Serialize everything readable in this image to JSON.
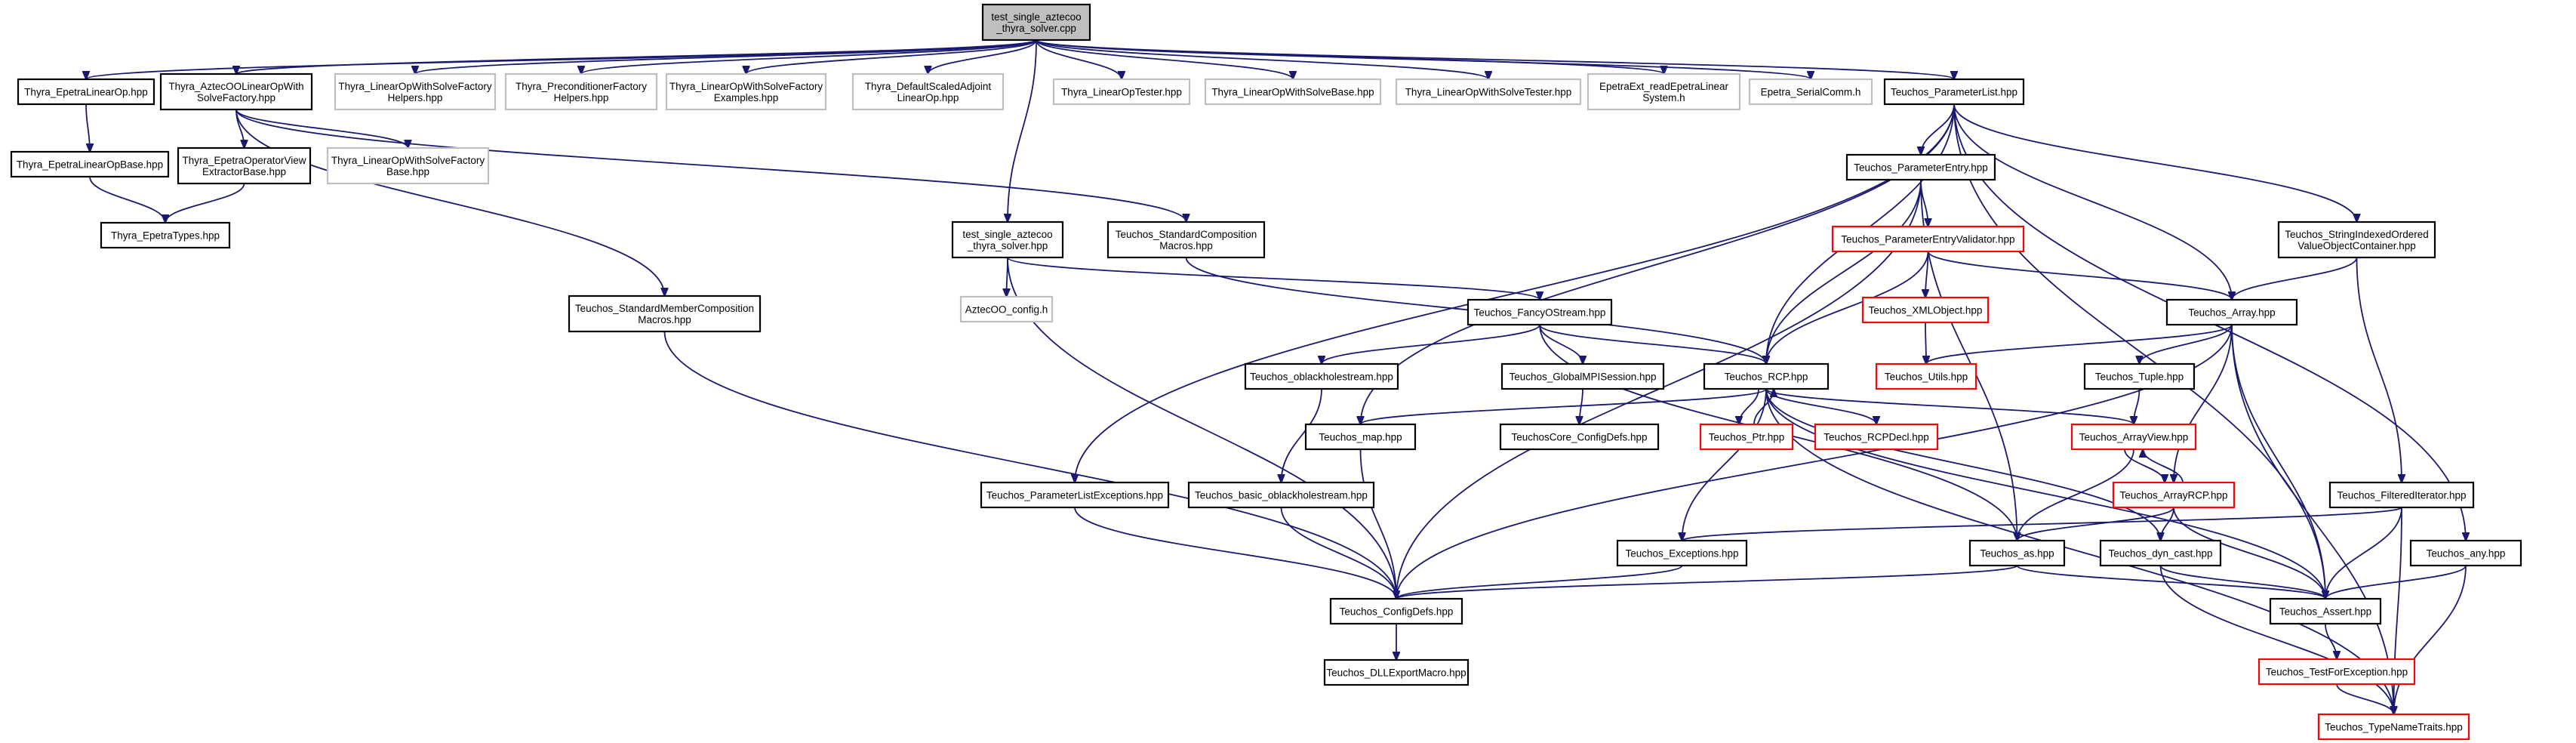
{
  "nodes": [
    {
      "id": "root",
      "lines": [
        "test_single_aztecoo",
        "_thyra_solver.cpp"
      ],
      "style": "root"
    },
    {
      "id": "tel",
      "lines": [
        "Thyra_EpetraLinearOp.hpp"
      ],
      "style": "normal"
    },
    {
      "id": "tazt",
      "lines": [
        "Thyra_AztecOOLinearOpWith",
        "SolveFactory.hpp"
      ],
      "style": "normal"
    },
    {
      "id": "tlowsfh",
      "lines": [
        "Thyra_LinearOpWithSolveFactory",
        "Helpers.hpp"
      ],
      "style": "gray"
    },
    {
      "id": "tpfh",
      "lines": [
        "Thyra_PreconditionerFactory",
        "Helpers.hpp"
      ],
      "style": "gray"
    },
    {
      "id": "tlowsfe",
      "lines": [
        "Thyra_LinearOpWithSolveFactory",
        "Examples.hpp"
      ],
      "style": "gray"
    },
    {
      "id": "tdsa",
      "lines": [
        "Thyra_DefaultScaledAdjoint",
        "LinearOp.hpp"
      ],
      "style": "gray"
    },
    {
      "id": "tlot",
      "lines": [
        "Thyra_LinearOpTester.hpp"
      ],
      "style": "gray"
    },
    {
      "id": "tlowsb",
      "lines": [
        "Thyra_LinearOpWithSolveBase.hpp"
      ],
      "style": "gray"
    },
    {
      "id": "tlowst",
      "lines": [
        "Thyra_LinearOpWithSolveTester.hpp"
      ],
      "style": "gray"
    },
    {
      "id": "eerel",
      "lines": [
        "EpetraExt_readEpetraLinear",
        "System.h"
      ],
      "style": "gray"
    },
    {
      "id": "esc",
      "lines": [
        "Epetra_SerialComm.h"
      ],
      "style": "gray"
    },
    {
      "id": "tpl",
      "lines": [
        "Teuchos_ParameterList.hpp"
      ],
      "style": "normal"
    },
    {
      "id": "telb",
      "lines": [
        "Thyra_EpetraLinearOpBase.hpp"
      ],
      "style": "normal"
    },
    {
      "id": "teove",
      "lines": [
        "Thyra_EpetraOperatorView",
        "ExtractorBase.hpp"
      ],
      "style": "normal"
    },
    {
      "id": "tlowsfb",
      "lines": [
        "Thyra_LinearOpWithSolveFactory",
        "Base.hpp"
      ],
      "style": "gray"
    },
    {
      "id": "tet",
      "lines": [
        "Thyra_EpetraTypes.hpp"
      ],
      "style": "normal"
    },
    {
      "id": "tsaz",
      "lines": [
        "test_single_aztecoo",
        "_thyra_solver.hpp"
      ],
      "style": "normal"
    },
    {
      "id": "tscm",
      "lines": [
        "Teuchos_StandardComposition",
        "Macros.hpp"
      ],
      "style": "normal"
    },
    {
      "id": "tpe",
      "lines": [
        "Teuchos_ParameterEntry.hpp"
      ],
      "style": "normal"
    },
    {
      "id": "tsiovoc",
      "lines": [
        "Teuchos_StringIndexedOrdered",
        "ValueObjectContainer.hpp"
      ],
      "style": "normal"
    },
    {
      "id": "tpev",
      "lines": [
        "Teuchos_ParameterEntryValidator.hpp"
      ],
      "style": "red"
    },
    {
      "id": "azcfg",
      "lines": [
        "AztecOO_config.h"
      ],
      "style": "gray"
    },
    {
      "id": "tsmcm",
      "lines": [
        "Teuchos_StandardMemberComposition",
        "Macros.hpp"
      ],
      "style": "normal"
    },
    {
      "id": "tfos",
      "lines": [
        "Teuchos_FancyOStream.hpp"
      ],
      "style": "normal"
    },
    {
      "id": "txml",
      "lines": [
        "Teuchos_XMLObject.hpp"
      ],
      "style": "red"
    },
    {
      "id": "tarr",
      "lines": [
        "Teuchos_Array.hpp"
      ],
      "style": "normal"
    },
    {
      "id": "tobh",
      "lines": [
        "Teuchos_oblackholestream.hpp"
      ],
      "style": "normal"
    },
    {
      "id": "tgmpi",
      "lines": [
        "Teuchos_GlobalMPISession.hpp"
      ],
      "style": "normal"
    },
    {
      "id": "trcp",
      "lines": [
        "Teuchos_RCP.hpp"
      ],
      "style": "normal"
    },
    {
      "id": "tutils",
      "lines": [
        "Teuchos_Utils.hpp"
      ],
      "style": "red"
    },
    {
      "id": "ttuple",
      "lines": [
        "Teuchos_Tuple.hpp"
      ],
      "style": "normal"
    },
    {
      "id": "tmap",
      "lines": [
        "Teuchos_map.hpp"
      ],
      "style": "normal"
    },
    {
      "id": "tccd",
      "lines": [
        "TeuchosCore_ConfigDefs.hpp"
      ],
      "style": "normal"
    },
    {
      "id": "tptr",
      "lines": [
        "Teuchos_Ptr.hpp"
      ],
      "style": "red"
    },
    {
      "id": "trcpd",
      "lines": [
        "Teuchos_RCPDecl.hpp"
      ],
      "style": "red"
    },
    {
      "id": "tav",
      "lines": [
        "Teuchos_ArrayView.hpp"
      ],
      "style": "red"
    },
    {
      "id": "tple",
      "lines": [
        "Teuchos_ParameterListExceptions.hpp"
      ],
      "style": "normal"
    },
    {
      "id": "tbobh",
      "lines": [
        "Teuchos_basic_oblackholestream.hpp"
      ],
      "style": "normal"
    },
    {
      "id": "tarcp",
      "lines": [
        "Teuchos_ArrayRCP.hpp"
      ],
      "style": "red"
    },
    {
      "id": "tfi",
      "lines": [
        "Teuchos_FilteredIterator.hpp"
      ],
      "style": "normal"
    },
    {
      "id": "texc",
      "lines": [
        "Teuchos_Exceptions.hpp"
      ],
      "style": "normal"
    },
    {
      "id": "tas",
      "lines": [
        "Teuchos_as.hpp"
      ],
      "style": "normal"
    },
    {
      "id": "tdyn",
      "lines": [
        "Teuchos_dyn_cast.hpp"
      ],
      "style": "normal"
    },
    {
      "id": "tany",
      "lines": [
        "Teuchos_any.hpp"
      ],
      "style": "normal"
    },
    {
      "id": "tcd",
      "lines": [
        "Teuchos_ConfigDefs.hpp"
      ],
      "style": "normal"
    },
    {
      "id": "tassert",
      "lines": [
        "Teuchos_Assert.hpp"
      ],
      "style": "normal"
    },
    {
      "id": "tdll",
      "lines": [
        "Teuchos_DLLExportMacro.hpp"
      ],
      "style": "normal"
    },
    {
      "id": "ttfe",
      "lines": [
        "Teuchos_TestForException.hpp"
      ],
      "style": "red"
    },
    {
      "id": "ttnt",
      "lines": [
        "Teuchos_TypeNameTraits.hpp"
      ],
      "style": "red"
    }
  ],
  "edges": [
    [
      "root",
      "tel"
    ],
    [
      "root",
      "tazt"
    ],
    [
      "root",
      "tlowsfh"
    ],
    [
      "root",
      "tpfh"
    ],
    [
      "root",
      "tlowsfe"
    ],
    [
      "root",
      "tdsa"
    ],
    [
      "root",
      "tlot"
    ],
    [
      "root",
      "tlowsb"
    ],
    [
      "root",
      "tlowst"
    ],
    [
      "root",
      "eerel"
    ],
    [
      "root",
      "esc"
    ],
    [
      "root",
      "tpl"
    ],
    [
      "root",
      "tsaz"
    ],
    [
      "tel",
      "telb"
    ],
    [
      "telb",
      "tet"
    ],
    [
      "tazt",
      "teove"
    ],
    [
      "tazt",
      "tlowsfb"
    ],
    [
      "tazt",
      "tscm"
    ],
    [
      "tazt",
      "tsmcm"
    ],
    [
      "teove",
      "tet"
    ],
    [
      "tsaz",
      "azcfg"
    ],
    [
      "tsaz",
      "tfos"
    ],
    [
      "tsaz",
      "tcd"
    ],
    [
      "tscm",
      "trcp"
    ],
    [
      "tsmcm",
      "tcd"
    ],
    [
      "tpl",
      "tpe"
    ],
    [
      "tpl",
      "tsiovoc"
    ],
    [
      "tpl",
      "trcp"
    ],
    [
      "tpl",
      "tarr"
    ],
    [
      "tpl",
      "tmap"
    ],
    [
      "tpl",
      "tple"
    ],
    [
      "tpl",
      "tany"
    ],
    [
      "tpl",
      "tassert"
    ],
    [
      "tpe",
      "tpev"
    ],
    [
      "tpe",
      "trcp"
    ],
    [
      "tpe",
      "tcd"
    ],
    [
      "tpe",
      "tas"
    ],
    [
      "tpev",
      "txml"
    ],
    [
      "tpev",
      "trcp"
    ],
    [
      "tpev",
      "tarr"
    ],
    [
      "txml",
      "tutils"
    ],
    [
      "tsiovoc",
      "tarr"
    ],
    [
      "tsiovoc",
      "tfi"
    ],
    [
      "tarr",
      "tutils"
    ],
    [
      "tarr",
      "ttuple"
    ],
    [
      "tarr",
      "tarcp"
    ],
    [
      "tarr",
      "tassert"
    ],
    [
      "tarr",
      "tcd"
    ],
    [
      "tarr",
      "ttnt"
    ],
    [
      "ttuple",
      "tav"
    ],
    [
      "tfos",
      "tobh"
    ],
    [
      "tfos",
      "tgmpi"
    ],
    [
      "tfos",
      "trcp"
    ],
    [
      "tfos",
      "tas"
    ],
    [
      "tobh",
      "tbobh"
    ],
    [
      "tgmpi",
      "tccd"
    ],
    [
      "trcp",
      "tptr"
    ],
    [
      "trcp",
      "trcpd"
    ],
    [
      "trcp",
      "tmap"
    ],
    [
      "trcp",
      "tav"
    ],
    [
      "trcp",
      "texc"
    ],
    [
      "trcp",
      "tdyn"
    ],
    [
      "trcp",
      "tassert"
    ],
    [
      "trcp",
      "ttnt"
    ],
    [
      "tptr",
      "trcp"
    ],
    [
      "tav",
      "tarcp"
    ],
    [
      "tav",
      "tas"
    ],
    [
      "tarcp",
      "tav"
    ],
    [
      "tarcp",
      "tas"
    ],
    [
      "tarcp",
      "tdyn"
    ],
    [
      "tarcp",
      "tassert"
    ],
    [
      "tfi",
      "texc"
    ],
    [
      "tfi",
      "tassert"
    ],
    [
      "tfi",
      "ttnt"
    ],
    [
      "tmap",
      "tcd"
    ],
    [
      "tple",
      "tcd"
    ],
    [
      "tbobh",
      "tcd"
    ],
    [
      "texc",
      "tcd"
    ],
    [
      "tas",
      "tcd"
    ],
    [
      "tas",
      "tassert"
    ],
    [
      "tdyn",
      "tassert"
    ],
    [
      "tdyn",
      "ttnt"
    ],
    [
      "tany",
      "tassert"
    ],
    [
      "tany",
      "ttnt"
    ],
    [
      "tcd",
      "tdll"
    ],
    [
      "tassert",
      "ttfe"
    ],
    [
      "ttfe",
      "ttnt"
    ]
  ],
  "colors": {
    "edge": "#191970",
    "root_fill": "#bfbfbf",
    "normal_border": "#000000",
    "gray_border": "#bfbfbf",
    "red_border": "#ff0000",
    "node_fill": "#ffffff"
  }
}
